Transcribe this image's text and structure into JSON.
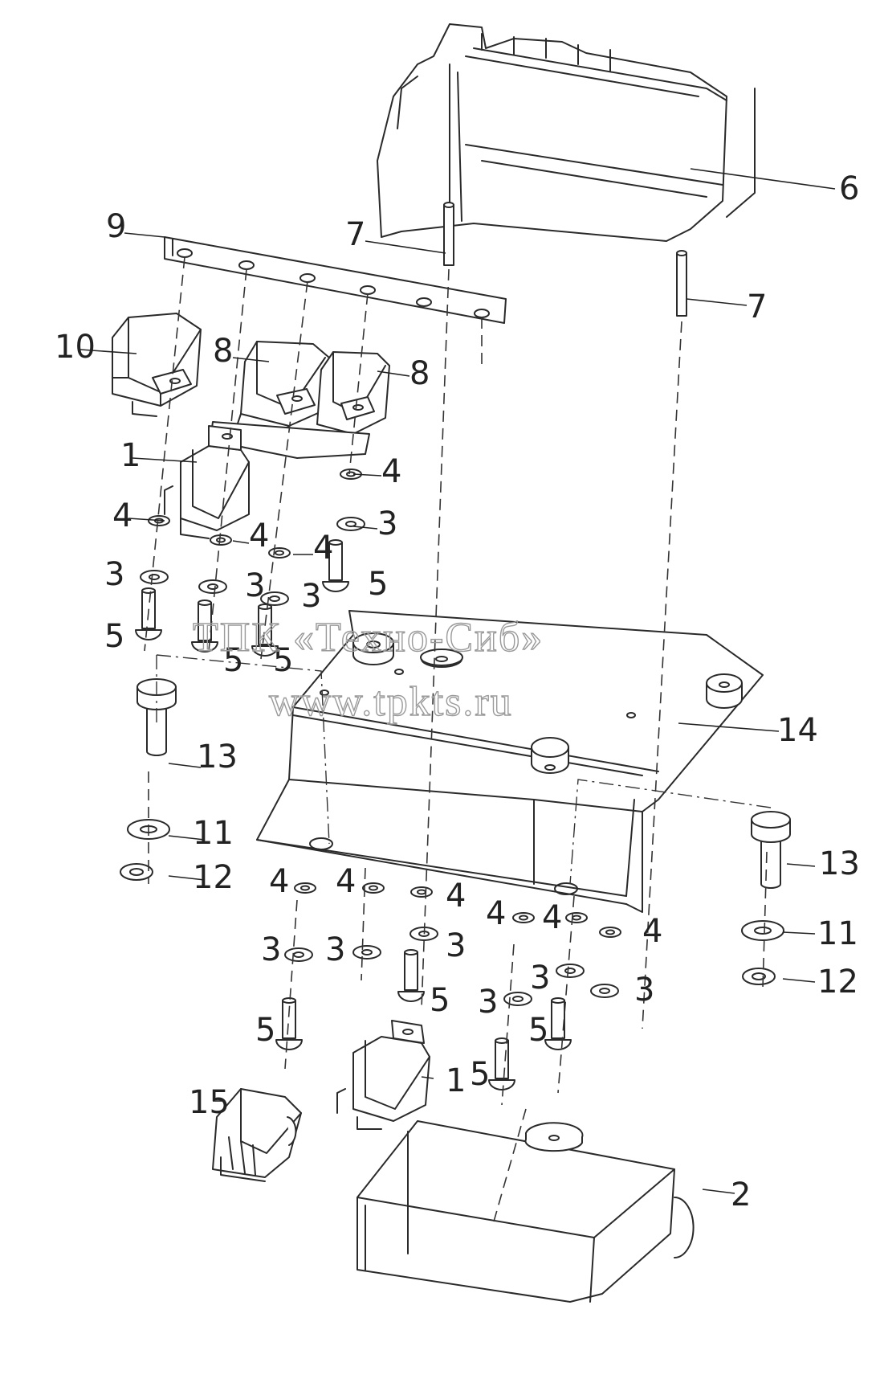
{
  "watermark": {
    "line1": "ТПК «Техно-Сиб»",
    "line2": "www.tpkts.ru"
  },
  "callouts": [
    {
      "id": "c6",
      "text": "6"
    },
    {
      "id": "c7a",
      "text": "7"
    },
    {
      "id": "c7b",
      "text": "7"
    },
    {
      "id": "c9",
      "text": "9"
    },
    {
      "id": "c10",
      "text": "10"
    },
    {
      "id": "c8a",
      "text": "8"
    },
    {
      "id": "c8b",
      "text": "8"
    },
    {
      "id": "c1a",
      "text": "1"
    },
    {
      "id": "c4a",
      "text": "4"
    },
    {
      "id": "c4b",
      "text": "4"
    },
    {
      "id": "c4c",
      "text": "4"
    },
    {
      "id": "c4d",
      "text": "4"
    },
    {
      "id": "c3a",
      "text": "3"
    },
    {
      "id": "c3b",
      "text": "3"
    },
    {
      "id": "c3c",
      "text": "3"
    },
    {
      "id": "c3d",
      "text": "3"
    },
    {
      "id": "c5a",
      "text": "5"
    },
    {
      "id": "c5b",
      "text": "5"
    },
    {
      "id": "c5c",
      "text": "5"
    },
    {
      "id": "c5d",
      "text": "5"
    },
    {
      "id": "c14",
      "text": "14"
    },
    {
      "id": "c13a",
      "text": "13"
    },
    {
      "id": "c11a",
      "text": "11"
    },
    {
      "id": "c12a",
      "text": "12"
    },
    {
      "id": "c13b",
      "text": "13"
    },
    {
      "id": "c11b",
      "text": "11"
    },
    {
      "id": "c12b",
      "text": "12"
    },
    {
      "id": "c4e",
      "text": "4"
    },
    {
      "id": "c4f",
      "text": "4"
    },
    {
      "id": "c4g",
      "text": "4"
    },
    {
      "id": "c4h",
      "text": "4"
    },
    {
      "id": "c4i",
      "text": "4"
    },
    {
      "id": "c4j",
      "text": "4"
    },
    {
      "id": "c3e",
      "text": "3"
    },
    {
      "id": "c3f",
      "text": "3"
    },
    {
      "id": "c3g",
      "text": "3"
    },
    {
      "id": "c3h",
      "text": "3"
    },
    {
      "id": "c3i",
      "text": "3"
    },
    {
      "id": "c3j",
      "text": "3"
    },
    {
      "id": "c5e",
      "text": "5"
    },
    {
      "id": "c5f",
      "text": "5"
    },
    {
      "id": "c5g",
      "text": "5"
    },
    {
      "id": "c5h",
      "text": "5"
    },
    {
      "id": "c15",
      "text": "15"
    },
    {
      "id": "c1b",
      "text": "1"
    },
    {
      "id": "c2",
      "text": "2"
    }
  ]
}
